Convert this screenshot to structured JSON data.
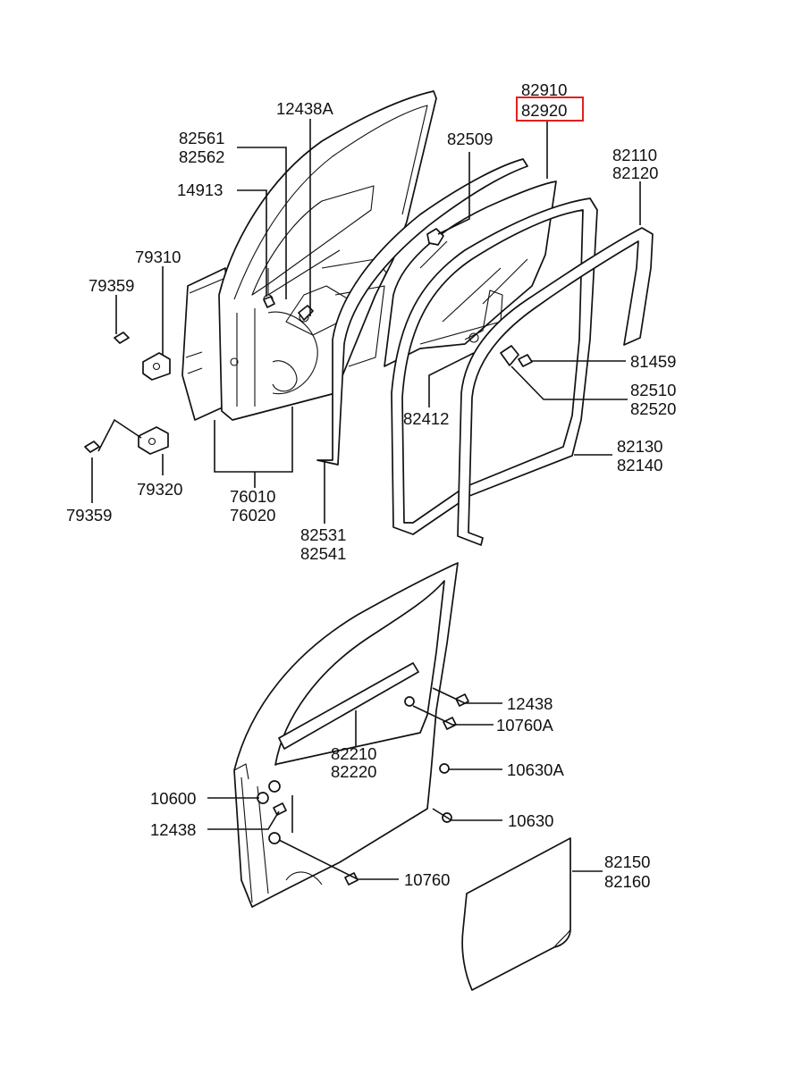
{
  "accent_color": "#e0201c",
  "highlighted_part": "82920",
  "labels": {
    "p82910": "82910",
    "p82920": "82920",
    "p12438A": "12438A",
    "p82561": "82561",
    "p82562": "82562",
    "p82509": "82509",
    "p82110": "82110",
    "p82120": "82120",
    "p14913": "14913",
    "p79310": "79310",
    "p79359a": "79359",
    "p81459": "81459",
    "p82510": "82510",
    "p82520": "82520",
    "p82412": "82412",
    "p82130": "82130",
    "p82140": "82140",
    "p79320": "79320",
    "p79359b": "79359",
    "p76010": "76010",
    "p76020": "76020",
    "p82531": "82531",
    "p82541": "82541",
    "p12438a": "12438",
    "p10760A": "10760A",
    "p82210": "82210",
    "p82220": "82220",
    "p10630A": "10630A",
    "p10600": "10600",
    "p12438b": "12438",
    "p10630": "10630",
    "p10760": "10760",
    "p82150": "82150",
    "p82160": "82160"
  }
}
